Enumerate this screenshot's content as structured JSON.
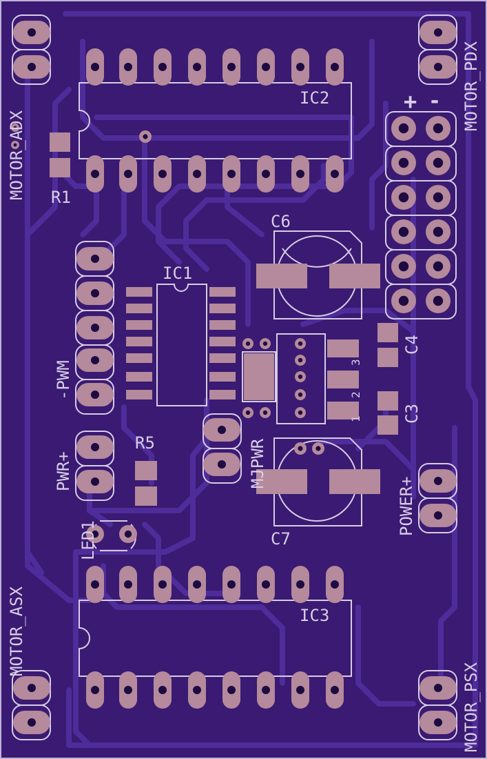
{
  "colors": {
    "board": "#3a1a72",
    "trace": "#4e2c9a",
    "pad": "#b48a9c",
    "hole": "#1e0b42",
    "silk": "#d8cde6"
  },
  "labels": {
    "ic1": "IC1",
    "ic2": "IC2",
    "ic3": "IC3",
    "r1": "R1",
    "r5": "R5",
    "c3": "C3",
    "c4": "C4",
    "c6": "C6",
    "c7": "C7",
    "led1": "LED1",
    "pwm": "-PWM",
    "pwr": "PWR+",
    "mjpwr": "MJPWR",
    "power": "POWER+",
    "motor_adx": "MOTOR_ADX",
    "motor_pdx": "MOTOR_PDX",
    "motor_asx": "MOTOR_ASX",
    "motor_psx": "MOTOR_PSX",
    "plus": "+",
    "minus": "-",
    "pin1": "1",
    "pin2": "2",
    "pin3": "3"
  }
}
